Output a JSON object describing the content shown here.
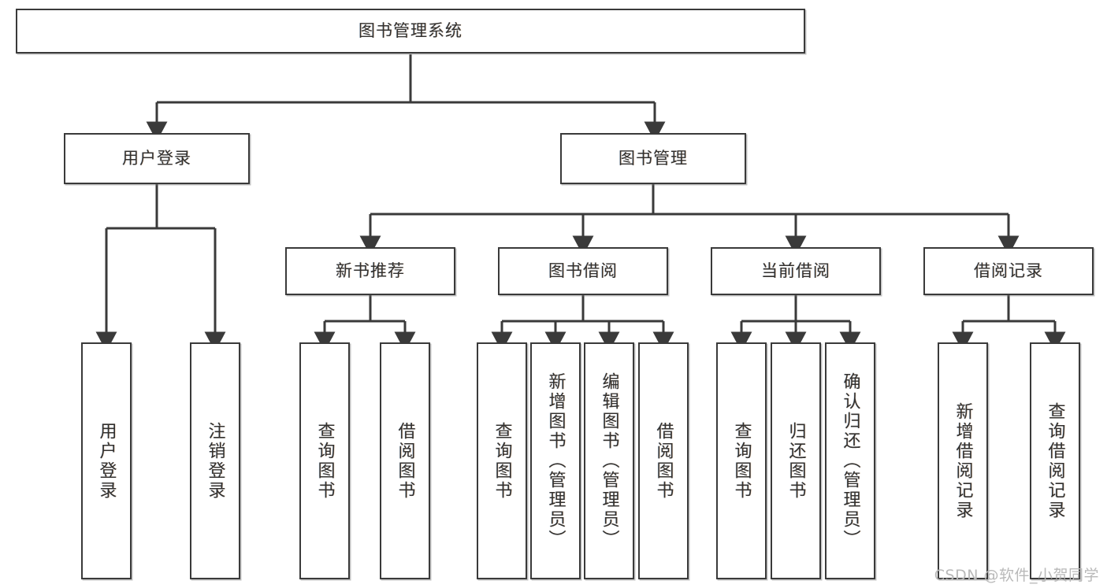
{
  "diagram": {
    "title": "图书管理系统",
    "type": "tree",
    "watermark": "CSDN @软件_小贺同学",
    "colors": {
      "box_border": "#3a3a3a",
      "line": "#3a3a3a",
      "background": "#ffffff",
      "text": "#33312f",
      "watermark": "#b9b9b9"
    },
    "root": {
      "label": "图书管理系统"
    },
    "level2": [
      {
        "label": "用户登录"
      },
      {
        "label": "图书管理"
      }
    ],
    "level3": [
      {
        "label": "新书推荐"
      },
      {
        "label": "图书借阅"
      },
      {
        "label": "当前借阅"
      },
      {
        "label": "借阅记录"
      }
    ],
    "leaves": {
      "user_login": [
        {
          "label": "用户登录"
        },
        {
          "label": "注销登录"
        }
      ],
      "new_book_recommend": [
        {
          "label": "查询图书"
        },
        {
          "label": "借阅图书"
        }
      ],
      "book_borrow": [
        {
          "label": "查询图书"
        },
        {
          "label": "新增图书（管理员）"
        },
        {
          "label": "编辑图书（管理员）"
        },
        {
          "label": "借阅图书"
        }
      ],
      "current_borrow": [
        {
          "label": "查询图书"
        },
        {
          "label": "归还图书"
        },
        {
          "label": "确认归还（管理员）"
        }
      ],
      "borrow_record": [
        {
          "label": "新增借阅记录"
        },
        {
          "label": "查询借阅记录"
        }
      ]
    }
  }
}
